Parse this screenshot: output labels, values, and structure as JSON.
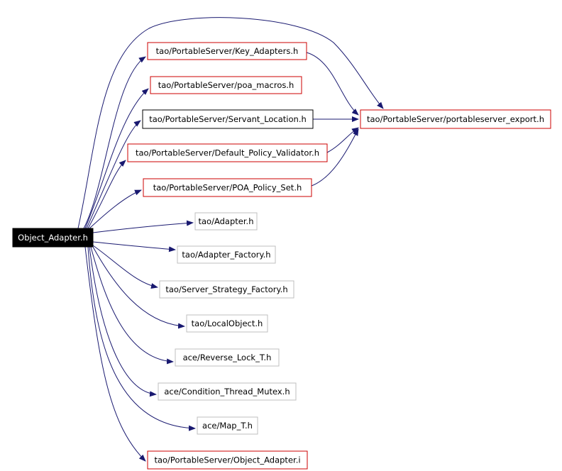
{
  "diagram": {
    "root": {
      "label": "Object_Adapter.h",
      "fill": "#000000",
      "text_color": "#ffffff"
    },
    "nodes": [
      {
        "id": "key_adapters",
        "label": "tao/PortableServer/Key_Adapters.h",
        "border": "#cc0000"
      },
      {
        "id": "poa_macros",
        "label": "tao/PortableServer/poa_macros.h",
        "border": "#cc0000"
      },
      {
        "id": "servant_location",
        "label": "tao/PortableServer/Servant_Location.h",
        "border": "#000000"
      },
      {
        "id": "default_policy_validator",
        "label": "tao/PortableServer/Default_Policy_Validator.h",
        "border": "#cc0000"
      },
      {
        "id": "poa_policy_set",
        "label": "tao/PortableServer/POA_Policy_Set.h",
        "border": "#cc0000"
      },
      {
        "id": "adapter",
        "label": "tao/Adapter.h",
        "border": "#bfbfbf"
      },
      {
        "id": "adapter_factory",
        "label": "tao/Adapter_Factory.h",
        "border": "#bfbfbf"
      },
      {
        "id": "server_strategy_factory",
        "label": "tao/Server_Strategy_Factory.h",
        "border": "#bfbfbf"
      },
      {
        "id": "local_object",
        "label": "tao/LocalObject.h",
        "border": "#bfbfbf"
      },
      {
        "id": "reverse_lock",
        "label": "ace/Reverse_Lock_T.h",
        "border": "#bfbfbf"
      },
      {
        "id": "condition_thread_mutex",
        "label": "ace/Condition_Thread_Mutex.h",
        "border": "#bfbfbf"
      },
      {
        "id": "map_t",
        "label": "ace/Map_T.h",
        "border": "#bfbfbf"
      },
      {
        "id": "object_adapter_i",
        "label": "tao/PortableServer/Object_Adapter.i",
        "border": "#cc0000"
      },
      {
        "id": "portableserver_export",
        "label": "tao/PortableServer/portableserver_export.h",
        "border": "#cc0000"
      }
    ],
    "edges": [
      {
        "from": "root",
        "to": "key_adapters"
      },
      {
        "from": "root",
        "to": "poa_macros"
      },
      {
        "from": "root",
        "to": "servant_location"
      },
      {
        "from": "root",
        "to": "default_policy_validator"
      },
      {
        "from": "root",
        "to": "poa_policy_set"
      },
      {
        "from": "root",
        "to": "adapter"
      },
      {
        "from": "root",
        "to": "adapter_factory"
      },
      {
        "from": "root",
        "to": "server_strategy_factory"
      },
      {
        "from": "root",
        "to": "local_object"
      },
      {
        "from": "root",
        "to": "reverse_lock"
      },
      {
        "from": "root",
        "to": "condition_thread_mutex"
      },
      {
        "from": "root",
        "to": "map_t"
      },
      {
        "from": "root",
        "to": "object_adapter_i"
      },
      {
        "from": "root",
        "to": "portableserver_export"
      },
      {
        "from": "key_adapters",
        "to": "portableserver_export"
      },
      {
        "from": "servant_location",
        "to": "portableserver_export"
      },
      {
        "from": "default_policy_validator",
        "to": "portableserver_export"
      },
      {
        "from": "poa_policy_set",
        "to": "portableserver_export"
      }
    ],
    "edge_color": "#191970"
  }
}
